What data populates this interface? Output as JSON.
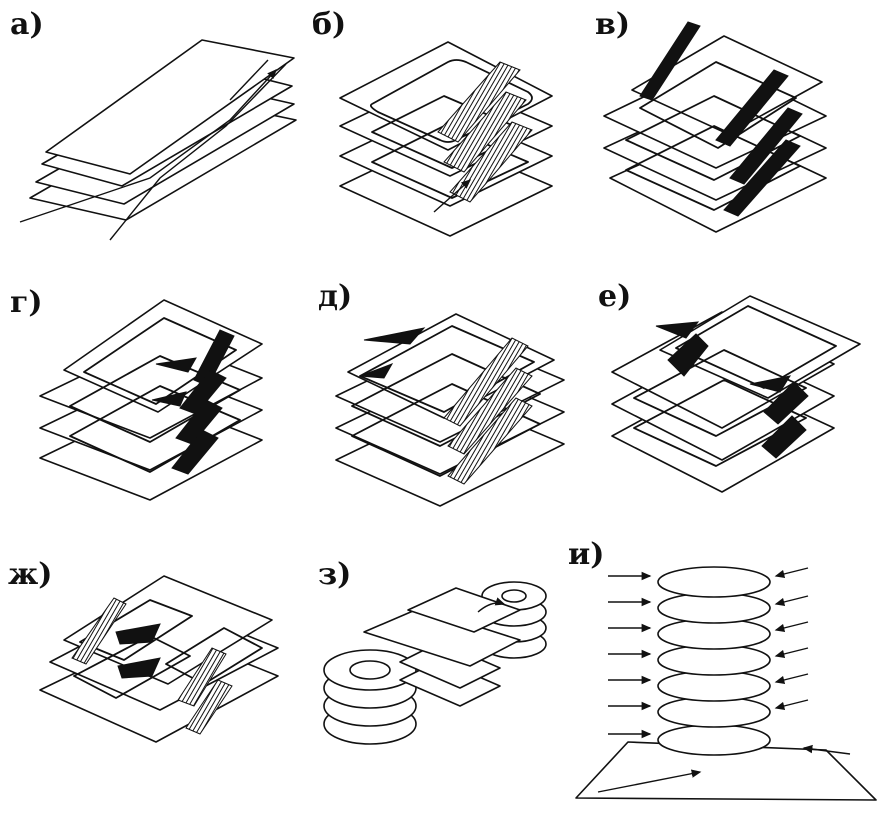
{
  "panels": [
    {
      "id": "a",
      "label": "а)"
    },
    {
      "id": "b",
      "label": "б)"
    },
    {
      "id": "v",
      "label": "в)"
    },
    {
      "id": "g",
      "label": "г)"
    },
    {
      "id": "d",
      "label": "д)"
    },
    {
      "id": "e",
      "label": "е)"
    },
    {
      "id": "zh",
      "label": "ж)"
    },
    {
      "id": "z",
      "label": "з)"
    },
    {
      "id": "i",
      "label": "и)"
    }
  ]
}
